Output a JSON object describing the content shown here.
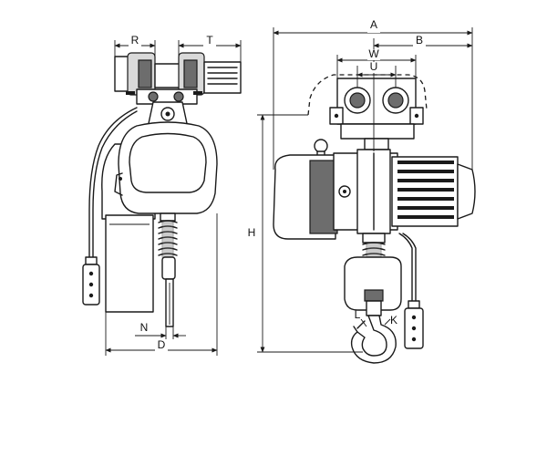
{
  "labels": {
    "A": "A",
    "B": "B",
    "R": "R",
    "T": "T",
    "W": "W",
    "U": "U",
    "H": "H",
    "N": "N",
    "D": "D",
    "L": "L",
    "K": "K"
  }
}
